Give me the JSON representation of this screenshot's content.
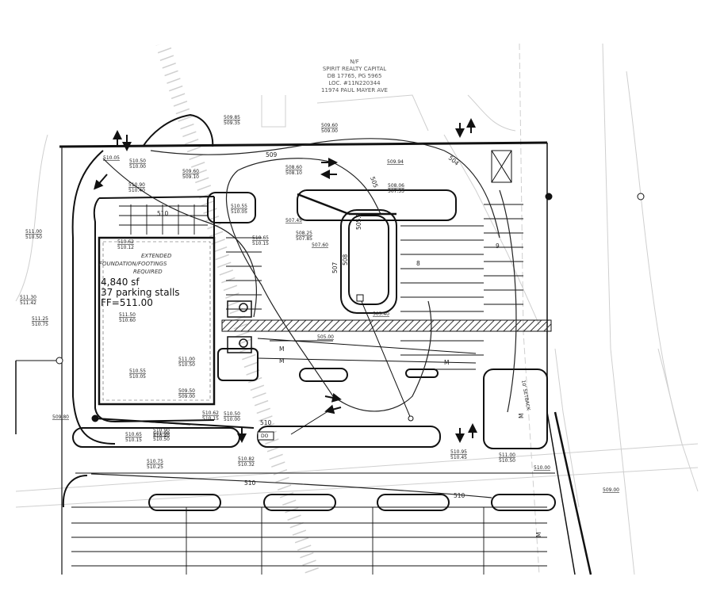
{
  "owner_block": {
    "line1": "N/F",
    "line2": "SPIRIT REALTY CAPITAL",
    "line3": "DB 17765, PG 5965",
    "line4": "LOC. #11N220344",
    "line5": "11974 PAUL MAYER AVE"
  },
  "building": {
    "note_line1": "EXTENDED",
    "note_line2": "FOUNDATION/FOOTINGS",
    "note_line3": "REQUIRED",
    "area": "4,840 sf",
    "stalls": "37 parking stalls",
    "ff": "FF=511.00"
  },
  "contours": {
    "c509": "509",
    "c510a": "510",
    "c510b": "510",
    "c510c": "510",
    "c510d": "510",
    "c505": "505",
    "c5055": "505.5",
    "c507": "507",
    "c508": "508",
    "c504": "504"
  },
  "spot_elevations": [
    {
      "top": "509.85",
      "bot": "509.35"
    },
    {
      "top": "509.60",
      "bot": "509.00"
    },
    {
      "top": "509.94",
      "bot": ""
    },
    {
      "top": "510.05",
      "bot": ""
    },
    {
      "top": "510.50",
      "bot": "510.00"
    },
    {
      "top": "510.90",
      "bot": "510.40"
    },
    {
      "top": "509.60",
      "bot": "509.10"
    },
    {
      "top": "508.60",
      "bot": "508.10"
    },
    {
      "top": "508.06",
      "bot": "507.55"
    },
    {
      "top": "510.55",
      "bot": "510.05"
    },
    {
      "top": "510.62",
      "bot": "510.12"
    },
    {
      "top": "510.65",
      "bot": "510.15"
    },
    {
      "top": "507.45",
      "bot": ""
    },
    {
      "top": "508.25",
      "bot": "507.85"
    },
    {
      "top": "507.60",
      "bot": ""
    },
    {
      "top": "511.00",
      "bot": "510.50"
    },
    {
      "top": "511.30",
      "bot": "511.42"
    },
    {
      "top": "511.25",
      "bot": "510.75"
    },
    {
      "top": "511.50",
      "bot": "510.60"
    },
    {
      "top": "511.00",
      "bot": "510.50"
    },
    {
      "top": "510.55",
      "bot": "510.05"
    },
    {
      "top": "505.00",
      "bot": ""
    },
    {
      "top": "505.40",
      "bot": ""
    },
    {
      "top": "509.50",
      "bot": "509.00"
    },
    {
      "top": "510.90",
      "bot": "510.40"
    },
    {
      "top": "510.62",
      "bot": "510.15"
    },
    {
      "top": "510.50",
      "bot": "510.00"
    },
    {
      "top": "509.80",
      "bot": ""
    },
    {
      "top": "510.65",
      "bot": "510.15"
    },
    {
      "top": "511.00",
      "bot": "510.50"
    },
    {
      "top": "510.75",
      "bot": "510.25"
    },
    {
      "top": "510.82",
      "bot": "510.32"
    },
    {
      "top": "510.95",
      "bot": "510.45"
    },
    {
      "top": "511.00",
      "bot": "510.50"
    },
    {
      "top": "510.00",
      "bot": ""
    },
    {
      "top": "509.00",
      "bot": ""
    }
  ],
  "markers": {
    "stall8": "8",
    "stall9": "9",
    "m1": "M",
    "m2": "M",
    "m3": "M",
    "m4": "M",
    "m5": "M",
    "setback": "10' SETBACK",
    "do": "DO"
  }
}
